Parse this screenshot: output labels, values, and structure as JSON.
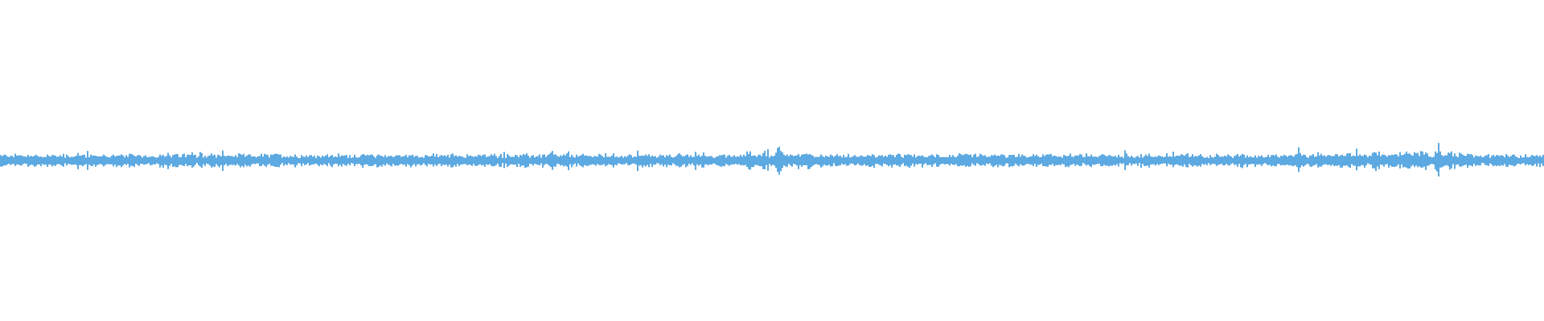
{
  "chart_data": {
    "type": "area",
    "description_kind": "audio-waveform",
    "color": "#5da9e1",
    "background": "#ffffff",
    "ylim": [
      -1,
      1
    ],
    "baseline_amplitude": 0.03,
    "peaks": [
      {
        "position": 0.504,
        "amplitude": 0.15
      },
      {
        "position": 0.84,
        "amplitude": 0.1
      },
      {
        "position": 0.878,
        "amplitude": 0.08
      },
      {
        "position": 0.89,
        "amplitude": 0.12
      },
      {
        "position": 0.931,
        "amplitude": 0.15
      },
      {
        "position": 0.938,
        "amplitude": 0.08
      }
    ],
    "grid": false,
    "legend": "none"
  }
}
